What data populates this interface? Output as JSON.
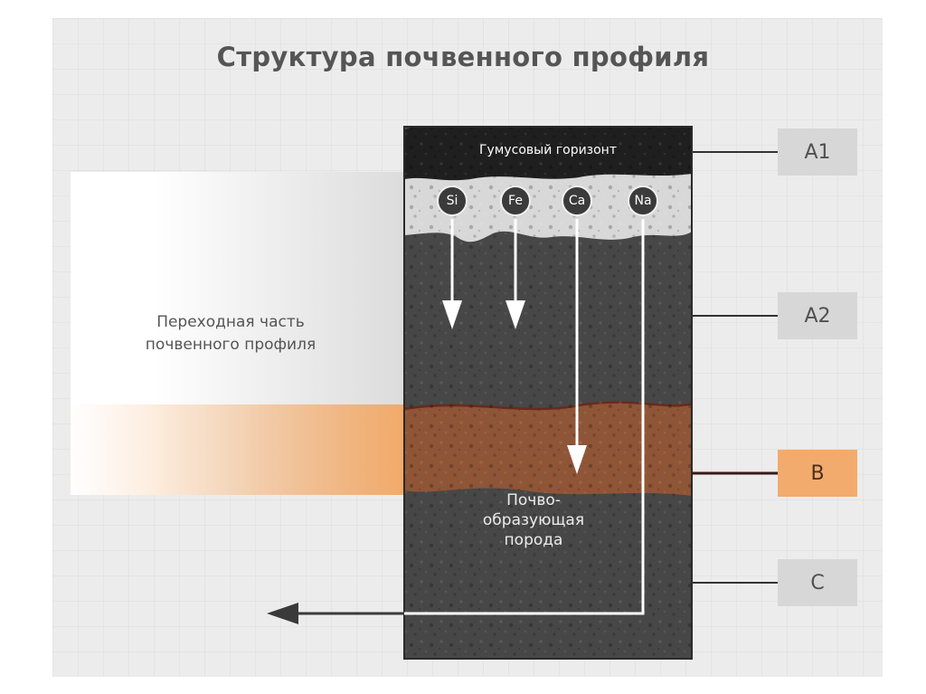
{
  "title": "Структура почвенного профиля",
  "transition_label": "Переходная часть почвенного профиля",
  "humus_label": "Гумусовый горизонт",
  "parent_rock_label": "Почво-образующая порода",
  "parent_rock_lines": [
    "Почво-",
    "образующая",
    "порода"
  ],
  "elements": [
    "Si",
    "Fe",
    "Ca",
    "Na"
  ],
  "horizons": [
    "A1",
    "A2",
    "B",
    "C"
  ],
  "colors": {
    "background": "#ececec",
    "humus": "#1f1f1f",
    "eluvial": "#d8d8d8",
    "soil": "#474747",
    "illuvial": "#8f5537",
    "tag": "#d7d7d7",
    "tag_b": "#f2ab6c",
    "arrow": "#ffffff",
    "outflow_arrow": "#3a3a3a"
  }
}
